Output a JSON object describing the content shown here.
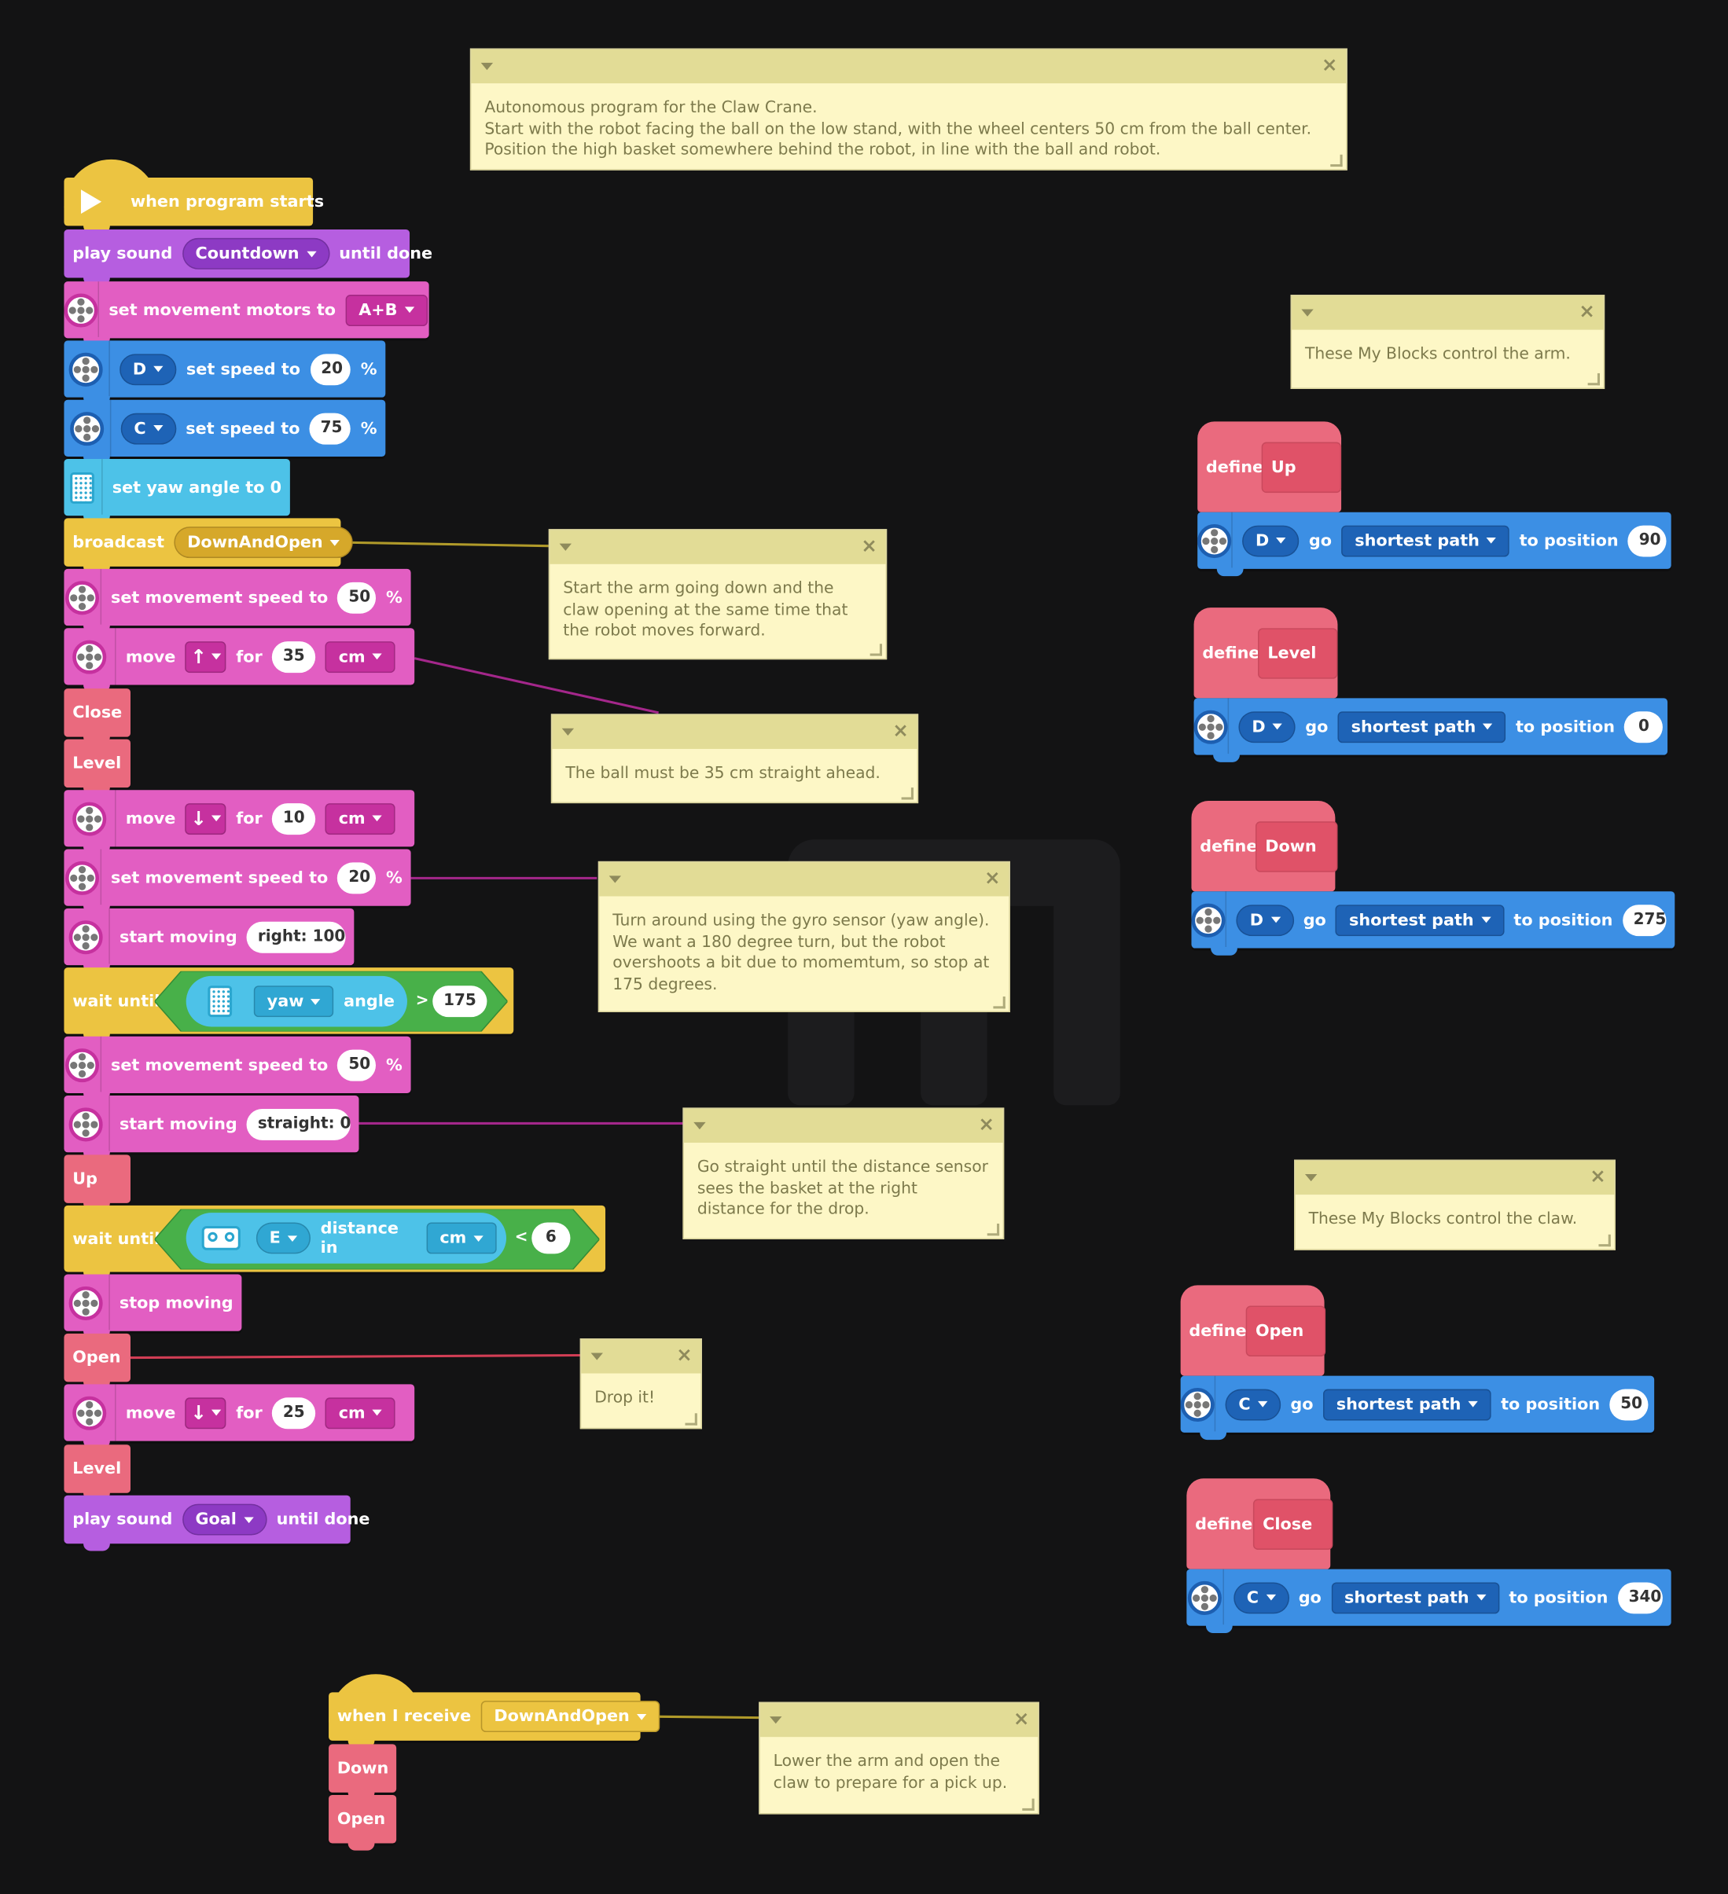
{
  "colors": {
    "background": "#131314",
    "events": "#ecc441",
    "sound": "#b65ee0",
    "movement": "#e25ec2",
    "motors": "#3c8fe4",
    "sensors": "#4dc2e8",
    "my_blocks": "#ea6a7e",
    "operators": "#48b049",
    "comment": "#fdf7c6"
  },
  "main_stack": {
    "hat": "when program starts",
    "play_sound_1": {
      "label": "play sound",
      "value": "Countdown",
      "suffix": "until done"
    },
    "set_motors": {
      "label": "set movement motors to",
      "value": "A+B"
    },
    "set_speed_d": {
      "port": "D",
      "label": "set speed to",
      "value": "20",
      "unit": "%"
    },
    "set_speed_c": {
      "port": "C",
      "label": "set speed to",
      "value": "75",
      "unit": "%"
    },
    "set_yaw": "set yaw angle to 0",
    "broadcast": {
      "label": "broadcast",
      "value": "DownAndOpen"
    },
    "move_speed_1": {
      "label": "set movement speed to",
      "value": "50",
      "unit": "%"
    },
    "move_1": {
      "label": "move",
      "direction": "↑",
      "for": "for",
      "value": "35",
      "unit": "cm"
    },
    "call_close_1": "Close",
    "call_level_1": "Level",
    "move_2": {
      "label": "move",
      "direction": "↓",
      "for": "for",
      "value": "10",
      "unit": "cm"
    },
    "move_speed_2": {
      "label": "set movement speed to",
      "value": "20",
      "unit": "%"
    },
    "start_moving_1": {
      "label": "start moving",
      "value": "right: 100"
    },
    "wait_1": {
      "label": "wait until",
      "axis": "yaw",
      "angle": "angle",
      "op": ">",
      "value": "175"
    },
    "move_speed_3": {
      "label": "set movement speed to",
      "value": "50",
      "unit": "%"
    },
    "start_moving_2": {
      "label": "start moving",
      "value": "straight: 0"
    },
    "call_up": "Up",
    "wait_2": {
      "label": "wait until",
      "port": "E",
      "text": "distance in",
      "unit": "cm",
      "op": "<",
      "value": "6"
    },
    "stop_moving": "stop moving",
    "call_open": "Open",
    "move_3": {
      "label": "move",
      "direction": "↓",
      "for": "for",
      "value": "25",
      "unit": "cm"
    },
    "call_level_2": "Level",
    "play_sound_2": {
      "label": "play sound",
      "value": "Goal",
      "suffix": "until done"
    }
  },
  "receive_stack": {
    "hat": {
      "label": "when I receive",
      "value": "DownAndOpen"
    },
    "call_down": "Down",
    "call_open": "Open"
  },
  "defines": [
    {
      "define": "define",
      "name": "Up",
      "port": "D",
      "go": "go",
      "path": "shortest path",
      "to": "to position",
      "value": "90"
    },
    {
      "define": "define",
      "name": "Level",
      "port": "D",
      "go": "go",
      "path": "shortest path",
      "to": "to position",
      "value": "0"
    },
    {
      "define": "define",
      "name": "Down",
      "port": "D",
      "go": "go",
      "path": "shortest path",
      "to": "to position",
      "value": "275"
    },
    {
      "define": "define",
      "name": "Open",
      "port": "C",
      "go": "go",
      "path": "shortest path",
      "to": "to position",
      "value": "50"
    },
    {
      "define": "define",
      "name": "Close",
      "port": "C",
      "go": "go",
      "path": "shortest path",
      "to": "to position",
      "value": "340"
    }
  ],
  "comments": {
    "top": "Autonomous program for the Claw Crane.\nStart with the robot facing the ball on the low stand, with the wheel centers 50 cm from the ball center.\nPosition the high basket somewhere behind the robot, in line with the ball and robot.",
    "arm": "These My Blocks control the arm.",
    "broadcast": "Start the arm going down and the claw opening at the same time that the robot moves forward.",
    "ball": "The ball must be 35 cm straight ahead.",
    "turn": "Turn around using the gyro sensor (yaw angle). We want a 180 degree turn, but the robot overshoots a bit due to momemtum, so stop at 175 degrees.",
    "straight": "Go straight until the distance sensor sees the basket at the right distance for the drop.",
    "claw": "These My Blocks control the claw.",
    "drop": "Drop it!",
    "receive": "Lower the arm and open the claw to prepare for a pick up."
  },
  "icons": {
    "close": "×",
    "play": "play-icon",
    "motor": "motor-icon",
    "hub": "hub-icon",
    "distance": "distance-sensor-icon"
  }
}
